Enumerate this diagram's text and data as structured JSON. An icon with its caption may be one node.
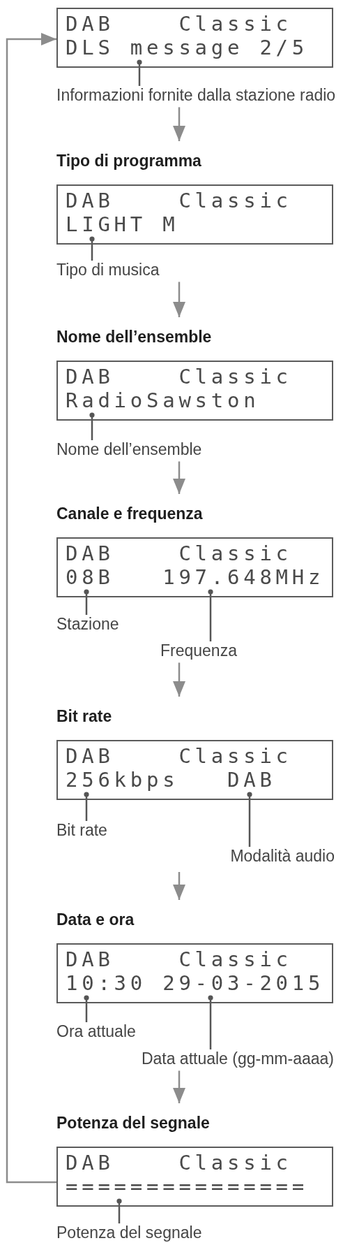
{
  "diagram": {
    "nodes": [
      {
        "text": [
          "DAB",
          "Classic",
          "DLS message 2/5"
        ]
      },
      {
        "text": [
          "Informazioni fornite dalla stazione radio"
        ]
      },
      {
        "text": [
          "Tipo di programma",
          "DAB",
          "Classic",
          "LIGHT M"
        ]
      },
      {
        "text": [
          "Tipo di musica"
        ]
      },
      {
        "text": [
          "Nome dell’ensemble",
          "DAB",
          "Classic",
          "RadioSawston"
        ]
      },
      {
        "text": [
          "Nome dell’ensemble"
        ]
      },
      {
        "text": [
          "Canale e frequenza",
          "DAB",
          "Classic",
          "08B",
          "197.648MHz"
        ]
      },
      {
        "text": [
          "Stazione"
        ]
      },
      {
        "text": [
          "Frequenza"
        ]
      },
      {
        "text": [
          "Bit rate",
          "DAB",
          "Classic",
          "256kbps",
          "DAB"
        ]
      },
      {
        "text": [
          "Bit rate"
        ]
      },
      {
        "text": [
          "Modalità audio"
        ]
      },
      {
        "text": [
          "Data e ora",
          "DAB",
          "Classic",
          "10:30 29-03-2015"
        ]
      },
      {
        "text": [
          "Ora attuale"
        ]
      },
      {
        "text": [
          "Data attuale (gg-mm-aaaa)"
        ]
      },
      {
        "text": [
          "Potenza del segnale",
          "DAB",
          "Classic",
          "==============="
        ]
      },
      {
        "text": [
          "Potenza del segnale"
        ]
      }
    ],
    "edges": [
      {
        "from": 1,
        "to": 0,
        "arrow": "other"
      },
      {
        "from": 1,
        "to": 2,
        "arrow": "to",
        "color": "#8c8c8c"
      },
      {
        "from": 3,
        "to": 2,
        "arrow": "other"
      },
      {
        "from": 3,
        "to": 4,
        "arrow": "to",
        "color": "#8c8c8c"
      },
      {
        "from": 5,
        "to": 4,
        "arrow": "other"
      },
      {
        "from": 5,
        "to": 6,
        "arrow": "to",
        "color": "#8c8c8c"
      },
      {
        "from": 7,
        "to": 6,
        "arrow": "other"
      },
      {
        "from": 8,
        "to": 6,
        "arrow": "other"
      },
      {
        "from": 8,
        "to": 9,
        "arrow": "to",
        "color": "#8c8c8c"
      },
      {
        "from": 10,
        "to": 9,
        "arrow": "other"
      },
      {
        "from": 11,
        "to": 9,
        "arrow": "other"
      },
      {
        "from": null,
        "to": 12,
        "arrow": "to",
        "color": "#8c8c8c"
      },
      {
        "from": 13,
        "to": 12,
        "arrow": "other"
      },
      {
        "from": 14,
        "to": 12,
        "arrow": "other"
      },
      {
        "from": 14,
        "to": 15,
        "arrow": "to",
        "color": "#8c8c8c"
      },
      {
        "from": 16,
        "to": 15,
        "arrow": "other"
      },
      {
        "from": 15,
        "to": 0,
        "arrow": "to",
        "color": "#8c8c8c"
      }
    ]
  }
}
